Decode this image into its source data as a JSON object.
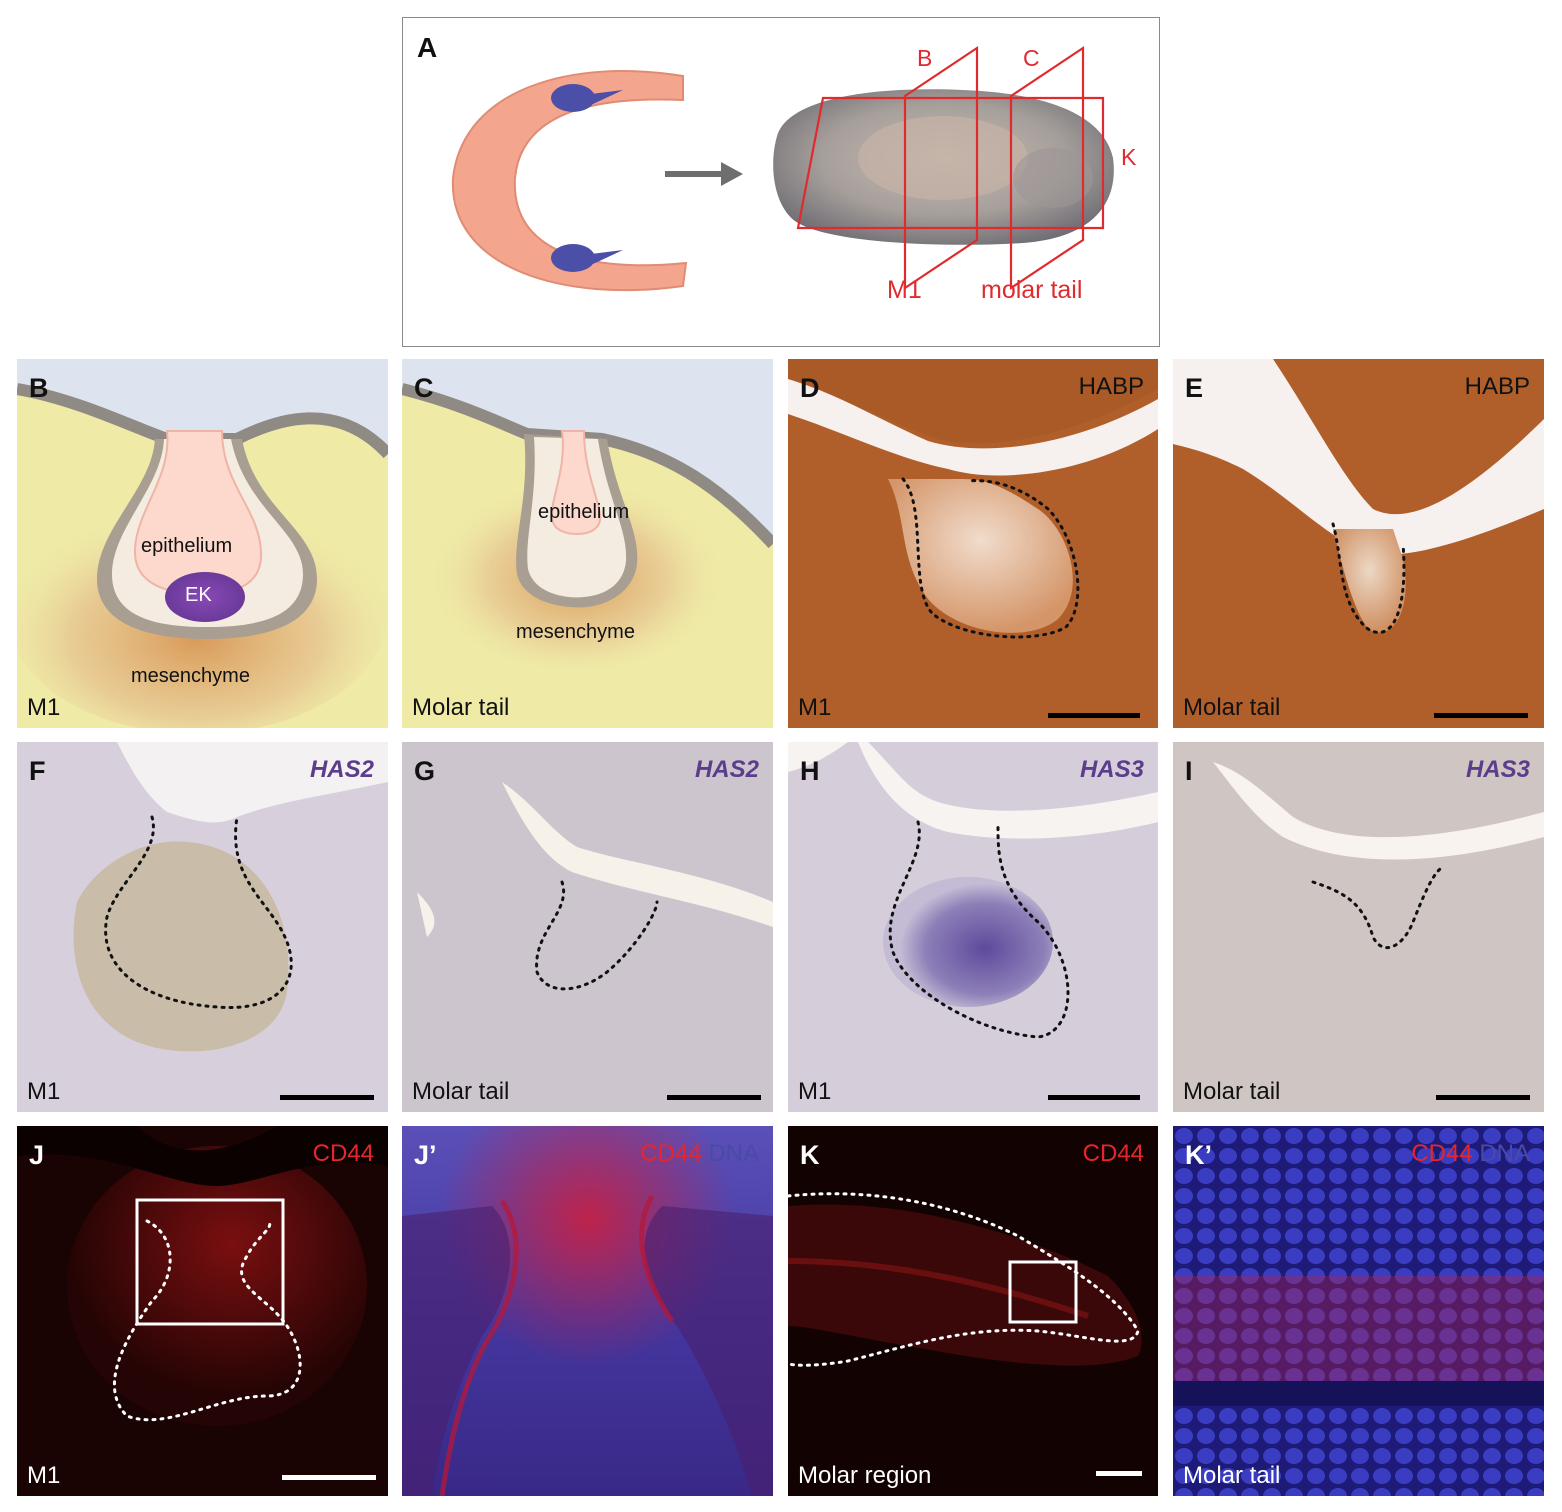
{
  "figure": {
    "panel_a": {
      "letter": "A",
      "plane_b": "B",
      "plane_c": "C",
      "plane_k": "K",
      "label_m1": "M1",
      "label_molar_tail": "molar tail"
    },
    "panel_b": {
      "letter": "B",
      "epithelium": "epithelium",
      "ek": "EK",
      "mesenchyme": "mesenchyme",
      "region": "M1"
    },
    "panel_c": {
      "letter": "C",
      "epithelium": "epithelium",
      "mesenchyme": "mesenchyme",
      "region": "Molar tail"
    },
    "panel_d": {
      "letter": "D",
      "marker": "HABP",
      "region": "M1"
    },
    "panel_e": {
      "letter": "E",
      "marker": "HABP",
      "region": "Molar tail"
    },
    "panel_f": {
      "letter": "F",
      "marker": "HAS2",
      "region": "M1"
    },
    "panel_g": {
      "letter": "G",
      "marker": "HAS2",
      "region": "Molar tail"
    },
    "panel_h": {
      "letter": "H",
      "marker": "HAS3",
      "region": "M1"
    },
    "panel_i": {
      "letter": "I",
      "marker": "HAS3",
      "region": "Molar tail"
    },
    "panel_j": {
      "letter": "J",
      "marker": "CD44",
      "region": "M1"
    },
    "panel_j2": {
      "letter": "J’",
      "marker": "CD44",
      "marker2": "DNA"
    },
    "panel_k": {
      "letter": "K",
      "marker": "CD44",
      "region": "Molar region"
    },
    "panel_k2": {
      "letter": "K’",
      "marker": "CD44",
      "marker2": "DNA",
      "region": "Molar tail"
    }
  },
  "colors": {
    "diagram_red": "#e02a2e",
    "habp_brown": "#b8612a",
    "ish_purple": "#5b3d8c",
    "cd44_red": "#e6262b",
    "dna_blue": "#4a4aa6"
  }
}
